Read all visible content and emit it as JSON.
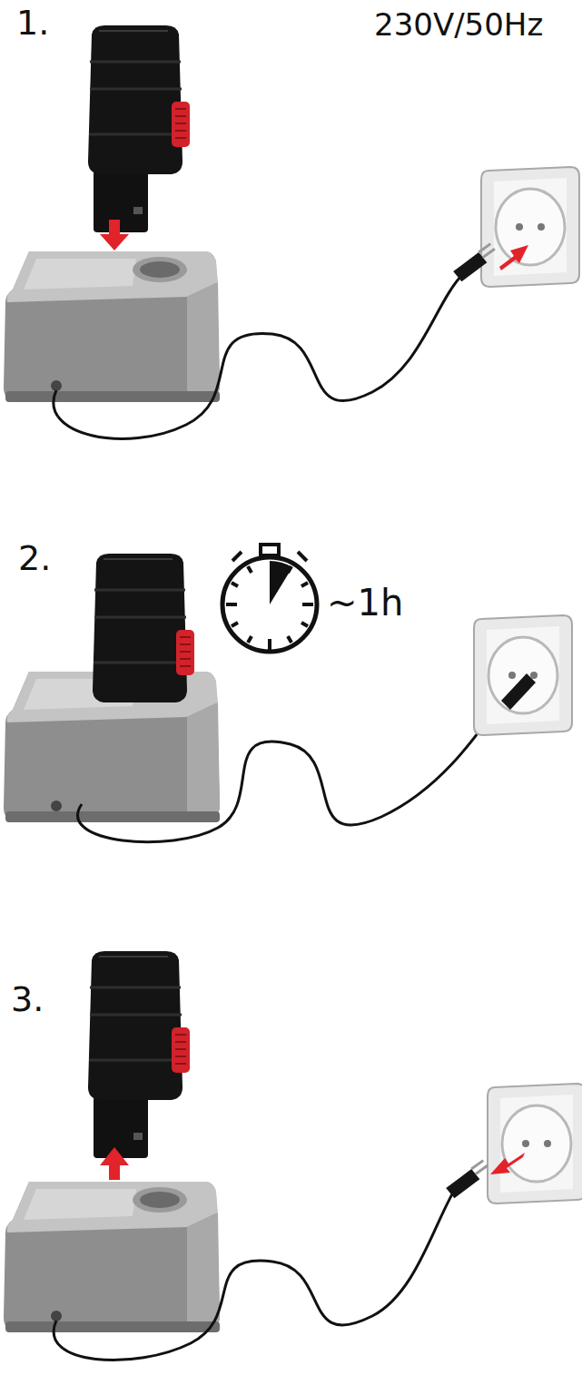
{
  "diagram": {
    "labels": [
      "1.",
      "230V/50Hz",
      "2.",
      "~1h",
      "3."
    ]
  }
}
